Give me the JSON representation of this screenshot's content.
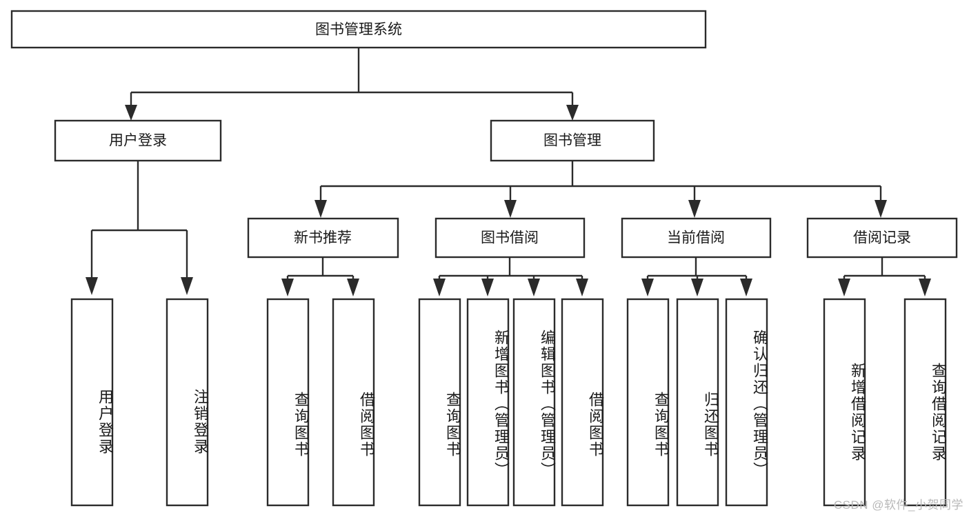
{
  "diagram": {
    "title": "图书管理系统",
    "type": "hierarchy-tree",
    "watermark": "CSDN @软件_小贺同学",
    "colors": {
      "stroke": "#2b2b2b",
      "box_fill": "#ffffff",
      "text": "#1a1a1a",
      "watermark": "#b8b8b8",
      "background": "#ffffff"
    },
    "levels": {
      "root": "图书管理系统",
      "level2": [
        "用户登录",
        "图书管理"
      ],
      "level3": [
        "新书推荐",
        "图书借阅",
        "当前借阅",
        "借阅记录"
      ],
      "leaves": [
        "用户登录",
        "注销登录",
        "查询图书",
        "借阅图书",
        "查询图书",
        "新增图书（管理员）",
        "编辑图书（管理员）",
        "借阅图书",
        "查询图书",
        "归还图书",
        "确认归还（管理员）",
        "新增借阅记录",
        "查询借阅记录"
      ]
    },
    "nodes": {
      "root": {
        "label": "图书管理系统"
      },
      "user_login": {
        "label": "用户登录"
      },
      "book_manage": {
        "label": "图书管理"
      },
      "new_book_rec": {
        "label": "新书推荐"
      },
      "book_borrow": {
        "label": "图书借阅"
      },
      "current_borrow": {
        "label": "当前借阅"
      },
      "borrow_record": {
        "label": "借阅记录"
      },
      "leaf_user_login": {
        "label": "用户登录"
      },
      "leaf_logout": {
        "label": "注销登录"
      },
      "leaf_query_book_1": {
        "label": "查询图书"
      },
      "leaf_borrow_book_1": {
        "label": "借阅图书"
      },
      "leaf_query_book_2": {
        "label": "查询图书"
      },
      "leaf_add_book": {
        "label": "新增图书（管理员）"
      },
      "leaf_edit_book": {
        "label": "编辑图书（管理员）"
      },
      "leaf_borrow_book_2": {
        "label": "借阅图书"
      },
      "leaf_query_book_3": {
        "label": "查询图书"
      },
      "leaf_return_book": {
        "label": "归还图书"
      },
      "leaf_confirm_return": {
        "label": "确认归还（管理员）"
      },
      "leaf_add_record": {
        "label": "新增借阅记录"
      },
      "leaf_query_record": {
        "label": "查询借阅记录"
      }
    }
  }
}
